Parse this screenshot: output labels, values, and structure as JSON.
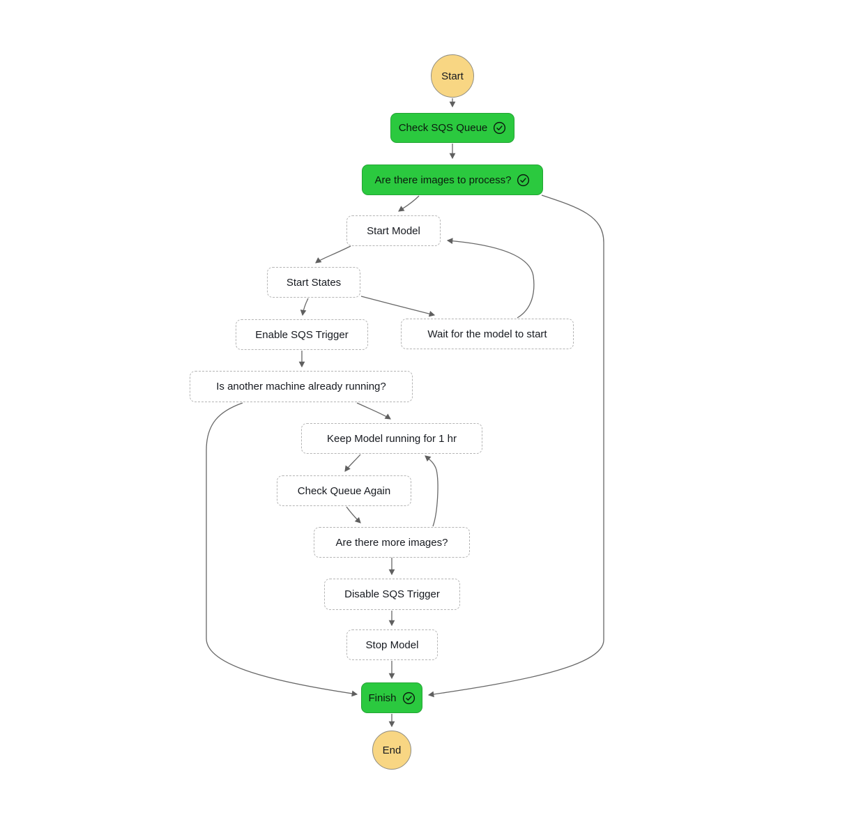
{
  "diagram": {
    "type": "flowchart",
    "description_visible": false,
    "colors": {
      "succeeded_fill": "#2bc93f",
      "start_end_fill": "#f8d683",
      "start_end_border": "#8f8c80",
      "dashed_border": "#b4b4b4",
      "edge_stroke": "#676767",
      "text": "#16191f",
      "background": "#ffffff"
    }
  },
  "nodes": [
    {
      "id": "start",
      "label": "Start",
      "type": "start-circle"
    },
    {
      "id": "check_sqs_queue",
      "label": "Check SQS Queue",
      "type": "succeeded",
      "status_icon": "check-circle"
    },
    {
      "id": "images_question",
      "label": "Are there images to process?",
      "type": "succeeded",
      "status_icon": "check-circle"
    },
    {
      "id": "start_model",
      "label": "Start Model",
      "type": "pending"
    },
    {
      "id": "start_states",
      "label": "Start States",
      "type": "pending"
    },
    {
      "id": "enable_sqs",
      "label": "Enable SQS Trigger",
      "type": "pending"
    },
    {
      "id": "wait_model",
      "label": "Wait for the model to start",
      "type": "pending"
    },
    {
      "id": "another_machine",
      "label": "Is another machine already running?",
      "type": "pending"
    },
    {
      "id": "keep_model",
      "label": "Keep Model running for 1 hr",
      "type": "pending"
    },
    {
      "id": "check_queue",
      "label": "Check Queue Again",
      "type": "pending"
    },
    {
      "id": "more_images",
      "label": "Are there more images?",
      "type": "pending"
    },
    {
      "id": "disable_sqs",
      "label": "Disable SQS Trigger",
      "type": "pending"
    },
    {
      "id": "stop_model",
      "label": "Stop Model",
      "type": "pending"
    },
    {
      "id": "finish",
      "label": "Finish",
      "type": "succeeded",
      "status_icon": "check-circle"
    },
    {
      "id": "end",
      "label": "End",
      "type": "end-circle"
    }
  ],
  "edges": [
    {
      "from": "start",
      "to": "check_sqs_queue"
    },
    {
      "from": "check_sqs_queue",
      "to": "images_question"
    },
    {
      "from": "images_question",
      "to": "start_model"
    },
    {
      "from": "images_question",
      "to": "finish"
    },
    {
      "from": "start_model",
      "to": "start_states"
    },
    {
      "from": "start_states",
      "to": "enable_sqs"
    },
    {
      "from": "start_states",
      "to": "wait_model"
    },
    {
      "from": "wait_model",
      "to": "start_model"
    },
    {
      "from": "enable_sqs",
      "to": "another_machine"
    },
    {
      "from": "another_machine",
      "to": "keep_model"
    },
    {
      "from": "another_machine",
      "to": "finish"
    },
    {
      "from": "keep_model",
      "to": "check_queue"
    },
    {
      "from": "check_queue",
      "to": "more_images"
    },
    {
      "from": "more_images",
      "to": "keep_model"
    },
    {
      "from": "more_images",
      "to": "disable_sqs"
    },
    {
      "from": "disable_sqs",
      "to": "stop_model"
    },
    {
      "from": "stop_model",
      "to": "finish"
    },
    {
      "from": "finish",
      "to": "end"
    }
  ]
}
